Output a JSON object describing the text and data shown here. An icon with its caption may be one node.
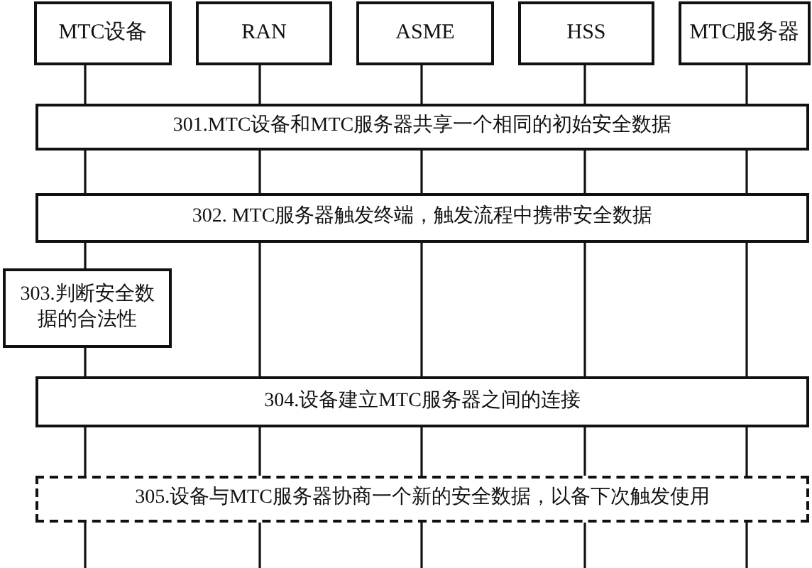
{
  "diagram": {
    "nodes": [
      {
        "text": [
          "MTC设备"
        ]
      },
      {
        "text": [
          "RAN"
        ]
      },
      {
        "text": [
          "ASME"
        ]
      },
      {
        "text": [
          "HSS"
        ]
      },
      {
        "text": [
          "MTC服务器"
        ]
      },
      {
        "text": [
          "301.MTC设备和MTC服务器共享一个相同的初始安全数据"
        ]
      },
      {
        "text": [
          "302. MTC服务器触发终端，触发流程中携带安全数据"
        ]
      },
      {
        "text": [
          "303.判断安全数据的合法性"
        ]
      },
      {
        "text": [
          "304.设备建立MTC服务器之间的连接"
        ]
      },
      {
        "text": [
          "305.设备与MTC服务器协商一个新的安全数据，以备下次触发使用"
        ]
      }
    ],
    "edges": [
      {
        "from": 0,
        "to": 5,
        "arrow": "none"
      },
      {
        "from": 5,
        "to": 6,
        "arrow": "none"
      },
      {
        "from": 6,
        "to": 7,
        "arrow": "none"
      },
      {
        "from": 7,
        "to": 8,
        "arrow": "none"
      },
      {
        "from": 8,
        "to": 9,
        "arrow": "none"
      },
      {
        "from": 9,
        "to": null,
        "arrow": "none"
      },
      {
        "from": 1,
        "to": 5,
        "arrow": "none"
      },
      {
        "from": 5,
        "to": 6,
        "arrow": "none"
      },
      {
        "from": 6,
        "to": 8,
        "arrow": "none"
      },
      {
        "from": 8,
        "to": 9,
        "arrow": "none"
      },
      {
        "from": 9,
        "to": null,
        "arrow": "none"
      },
      {
        "from": 2,
        "to": 5,
        "arrow": "none"
      },
      {
        "from": 5,
        "to": 6,
        "arrow": "none"
      },
      {
        "from": 6,
        "to": 8,
        "arrow": "none"
      },
      {
        "from": 8,
        "to": 9,
        "arrow": "none"
      },
      {
        "from": 9,
        "to": null,
        "arrow": "none"
      },
      {
        "from": 3,
        "to": 5,
        "arrow": "none"
      },
      {
        "from": 5,
        "to": 6,
        "arrow": "none"
      },
      {
        "from": 6,
        "to": 8,
        "arrow": "none"
      },
      {
        "from": 8,
        "to": 9,
        "arrow": "none"
      },
      {
        "from": 9,
        "to": null,
        "arrow": "none"
      },
      {
        "from": 4,
        "to": 5,
        "arrow": "none"
      },
      {
        "from": 5,
        "to": 6,
        "arrow": "none"
      },
      {
        "from": 6,
        "to": 8,
        "arrow": "none"
      },
      {
        "from": 8,
        "to": 9,
        "arrow": "none"
      },
      {
        "from": 9,
        "to": null,
        "arrow": "none"
      }
    ]
  }
}
